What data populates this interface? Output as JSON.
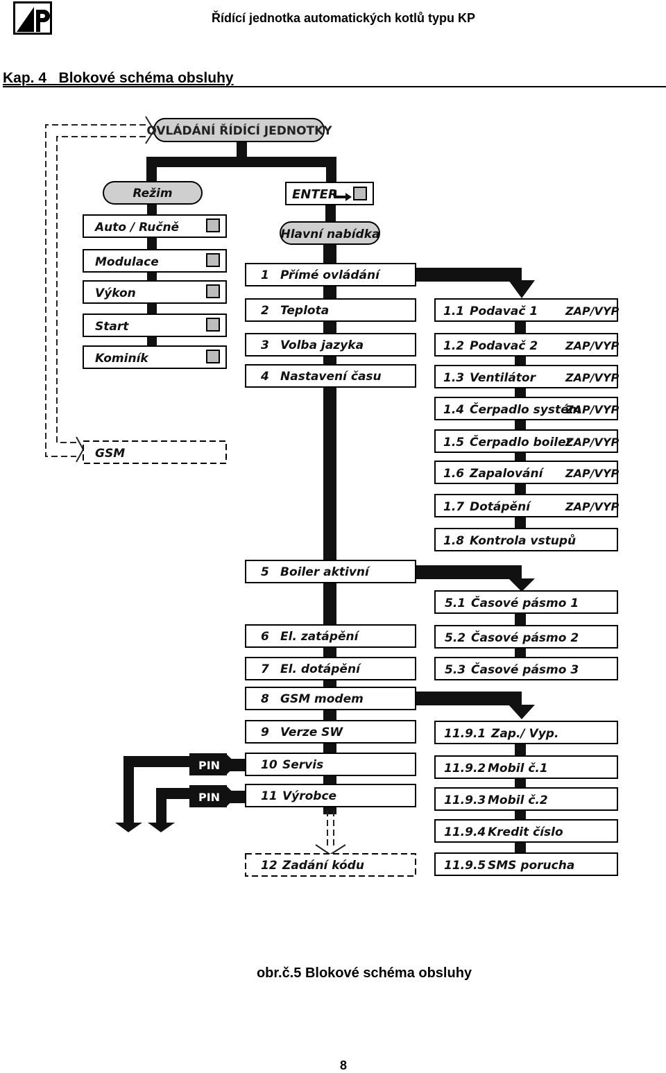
{
  "header": {
    "title": "Řídící jednotka automatických kotlů typu KP",
    "logo_icon": "ap-logo-icon"
  },
  "chapter": {
    "title": "Kap. 4   Blokové schéma obsluhy"
  },
  "diagram": {
    "root": "OVLÁDÁNÍ ŘÍDÍCÍ JEDNOTKY",
    "mode": "Režim",
    "enter": "ENTER",
    "main_menu": "Hlavní nabídka",
    "mode_items": [
      "Auto / Ručně",
      "Modulace",
      "Výkon",
      "Start",
      "Kominík"
    ],
    "gsm": "GSM",
    "menu_items": [
      {
        "num": "1",
        "label": "Přímé ovládání"
      },
      {
        "num": "2",
        "label": "Teplota"
      },
      {
        "num": "3",
        "label": "Volba jazyka"
      },
      {
        "num": "4",
        "label": "Nastavení času"
      },
      {
        "num": "5",
        "label": "Boiler aktivní"
      },
      {
        "num": "6",
        "label": "El. zatápění"
      },
      {
        "num": "7",
        "label": "El. dotápění"
      },
      {
        "num": "8",
        "label": "GSM modem"
      },
      {
        "num": "9",
        "label": "Verze SW"
      },
      {
        "num": "10",
        "label": "Servis"
      },
      {
        "num": "11",
        "label": "Výrobce"
      },
      {
        "num": "12",
        "label": "Zadání kódu"
      }
    ],
    "direct_items": [
      {
        "num": "1.1",
        "label": "Podavač 1",
        "state": "ZAP/VYP"
      },
      {
        "num": "1.2",
        "label": "Podavač 2",
        "state": "ZAP/VYP"
      },
      {
        "num": "1.3",
        "label": "Ventilátor",
        "state": "ZAP/VYP"
      },
      {
        "num": "1.4",
        "label": "Čerpadlo systém",
        "state": "ZAP/VYP"
      },
      {
        "num": "1.5",
        "label": "Čerpadlo boiler",
        "state": "ZAP/VYP"
      },
      {
        "num": "1.6",
        "label": "Zapalování",
        "state": "ZAP/VYP"
      },
      {
        "num": "1.7",
        "label": "Dotápění",
        "state": "ZAP/VYP"
      },
      {
        "num": "1.8",
        "label": "Kontrola vstupů",
        "state": ""
      }
    ],
    "boiler_items": [
      {
        "num": "5.1",
        "label": "Časové pásmo 1"
      },
      {
        "num": "5.2",
        "label": "Časové pásmo 2"
      },
      {
        "num": "5.3",
        "label": "Časové pásmo 3"
      }
    ],
    "gsm_items": [
      {
        "num": "11.9.1",
        "label": "Zap./ Vyp."
      },
      {
        "num": "11.9.2",
        "label": "Mobil č.1"
      },
      {
        "num": "11.9.3",
        "label": "Mobil č.2"
      },
      {
        "num": "11.9.4",
        "label": "Kredit číslo"
      },
      {
        "num": "11.9.5",
        "label": "SMS porucha"
      }
    ],
    "pin_labels": [
      "PIN",
      "PIN"
    ]
  },
  "caption": "obr.č.5 Blokové schéma obsluhy",
  "page_number": "8"
}
